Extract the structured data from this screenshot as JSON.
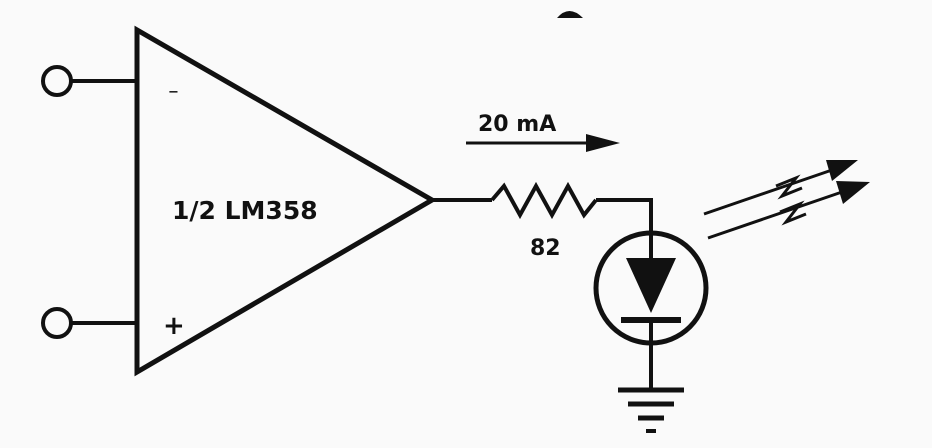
{
  "opamp": {
    "label": "1/2 LM358",
    "inverting_symbol": "−",
    "noninverting_symbol": "+"
  },
  "current": {
    "label": "20 mA"
  },
  "resistor": {
    "value": "82"
  },
  "colors": {
    "ink": "#111111",
    "background": "#fafafa"
  }
}
